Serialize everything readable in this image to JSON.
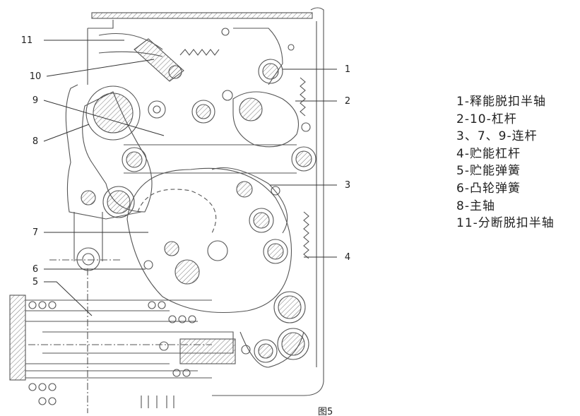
{
  "callouts": {
    "c1": "1",
    "c2": "2",
    "c3": "3",
    "c4": "4",
    "c5": "5",
    "c6": "6",
    "c7": "7",
    "c8": "8",
    "c9": "9",
    "c10": "10",
    "c11": "11"
  },
  "legend": [
    "1-释能脱扣半轴",
    "2-10-杠杆",
    "3、7、9-连杆",
    "4-贮能杠杆",
    "5-贮能弹簧",
    "6-凸轮弹簧",
    "8-主轴",
    "11-分断脱扣半轴"
  ],
  "caption": "图5"
}
